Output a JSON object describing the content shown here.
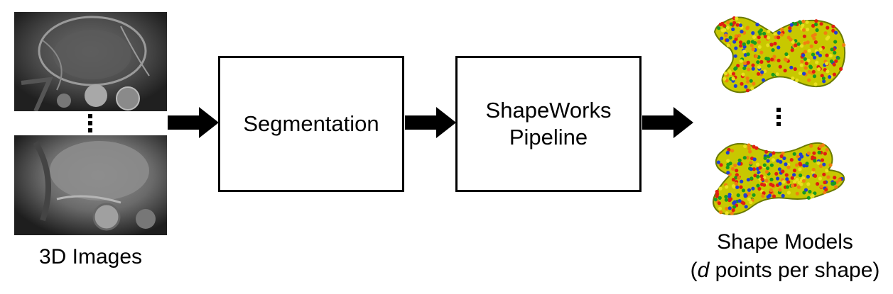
{
  "inputs": {
    "label": "3D Images"
  },
  "steps": {
    "segmentation": "Segmentation",
    "shapeworks_line1": "ShapeWorks",
    "shapeworks_line2": "Pipeline"
  },
  "outputs": {
    "label": "Shape Models",
    "sublabel_open": "(",
    "sublabel_var": "d",
    "sublabel_rest": " points per shape)"
  },
  "colors": {
    "stroke": "#000000",
    "mri_dark": "#2a2a2a",
    "shape_base": "#c8c800",
    "particle_red": "#e02010",
    "particle_green": "#1a9a20",
    "particle_blue": "#2040d0"
  }
}
